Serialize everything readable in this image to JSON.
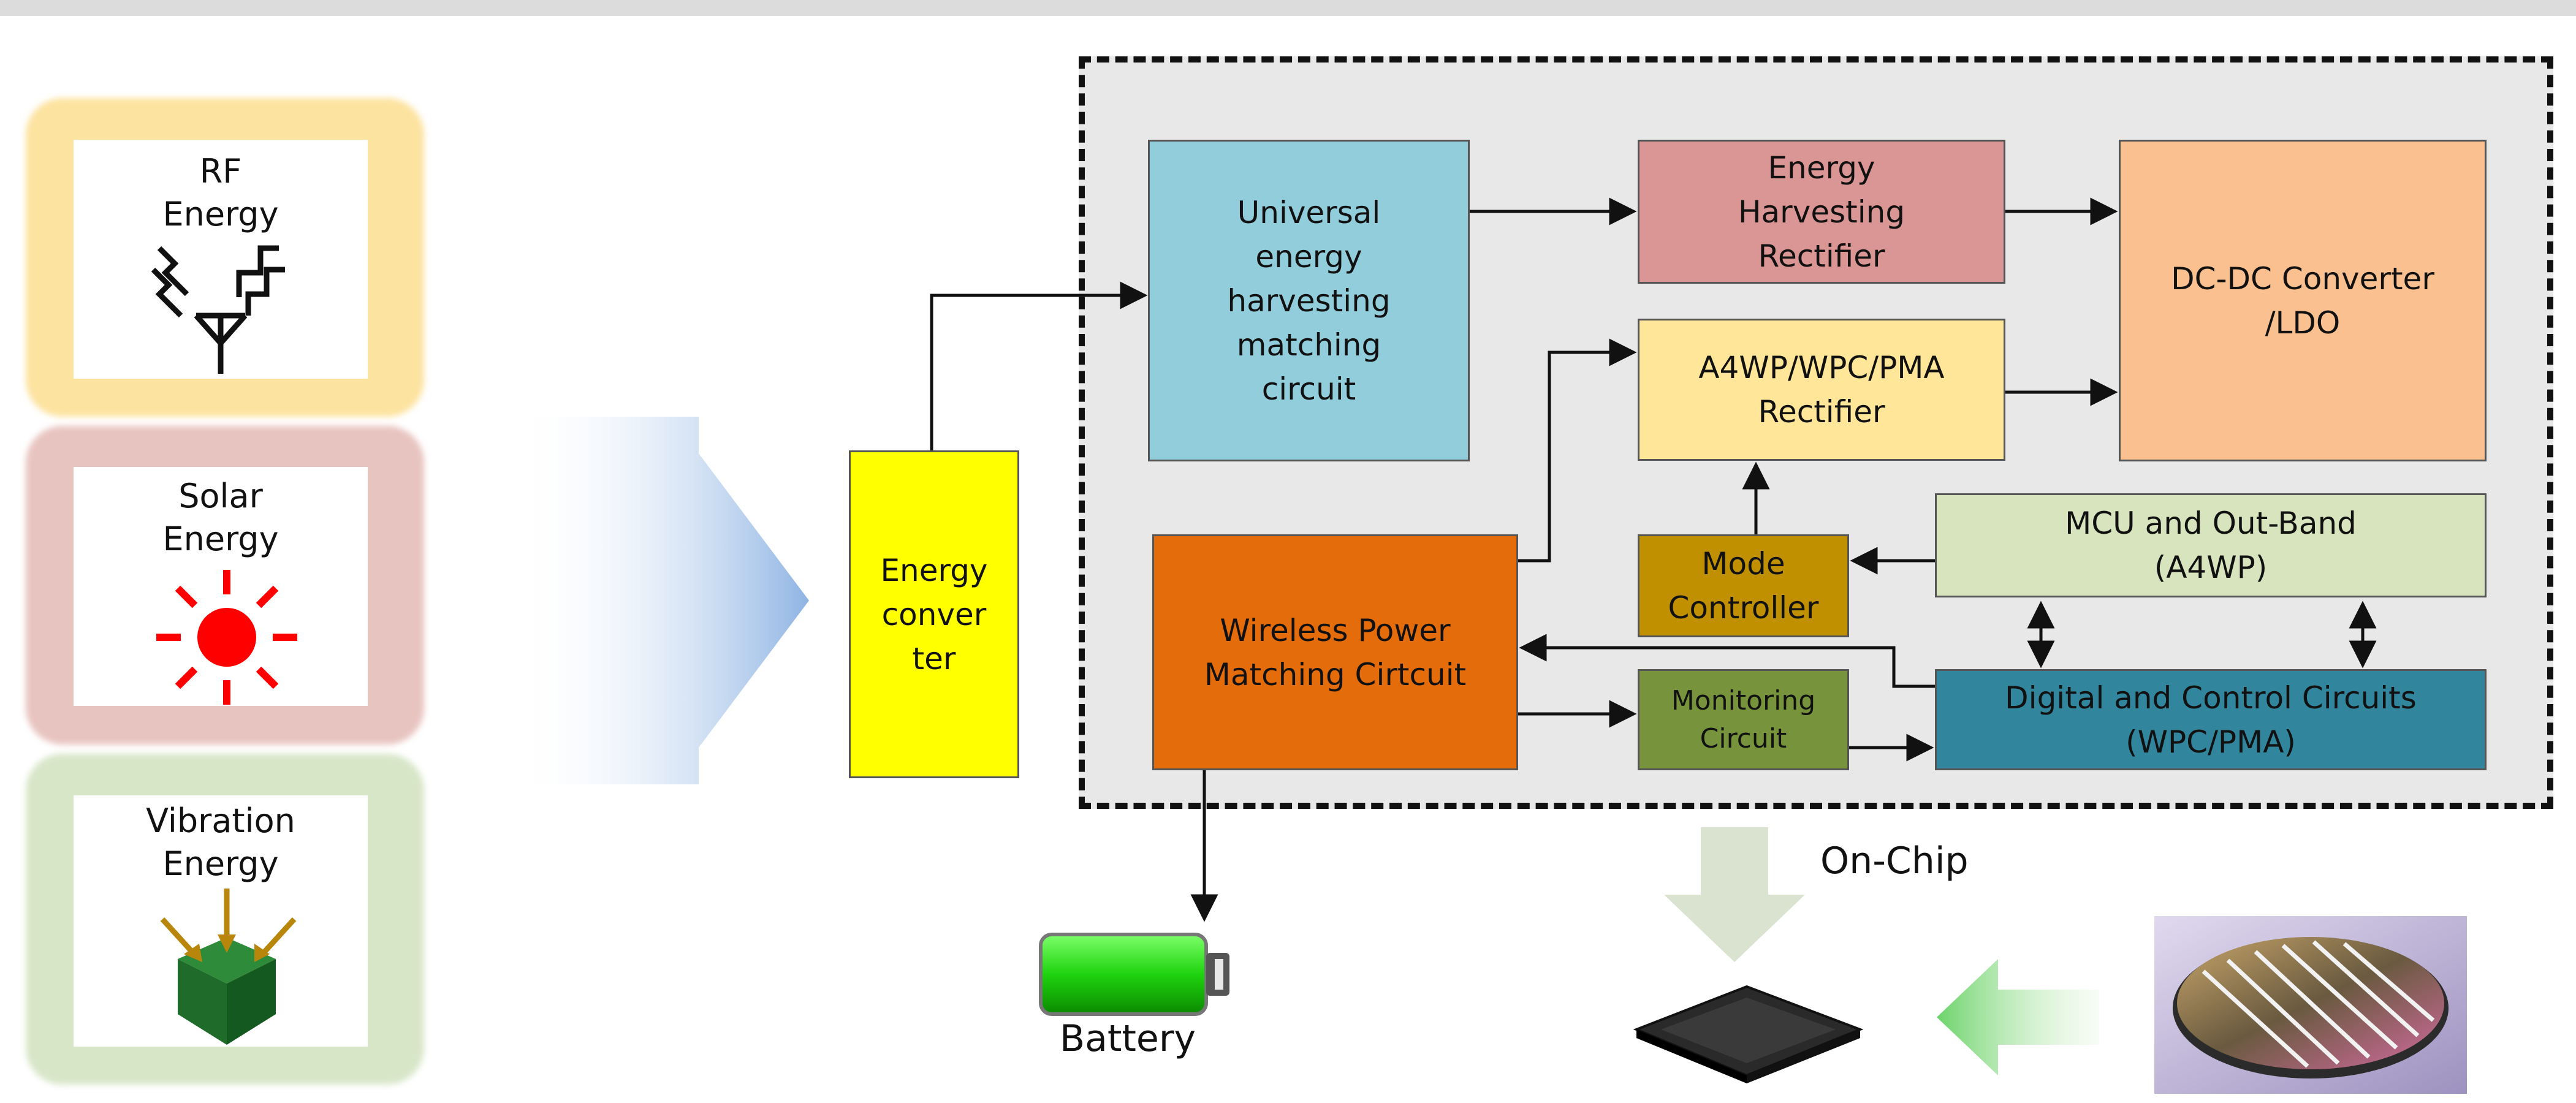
{
  "sources": {
    "rf": "RF\nEnergy",
    "solar": "Solar\nEnergy",
    "vibration": "Vibration\nEnergy"
  },
  "blocks": {
    "energy_converter": "Energy\nconver\nter",
    "matching": "Universal\nenergy\nharvesting\nmatching\ncircuit",
    "eh_rectifier": "Energy\nHarvesting\nRectifier",
    "a4wp_rectifier": "A4WP/WPC/PMA\nRectifier",
    "dcdc": "DC-DC Converter\n/LDO",
    "mcu": "MCU and Out-Band\n(A4WP)",
    "mode_controller": "Mode\nController",
    "wireless_power": "Wireless Power\nMatching Cirtcuit",
    "monitoring": "Monitoring\nCircuit",
    "digital_control": "Digital and Control Circuits\n(WPC/PMA)"
  },
  "labels": {
    "battery": "Battery",
    "on_chip": "On-Chip"
  },
  "colors": {
    "rf_frame": "#fde3a0",
    "solar_frame": "#e8c4c0",
    "vibration_frame": "#d8e6c8",
    "energy_converter": "#ffff00",
    "matching": "#92cddc",
    "eh_rectifier": "#da9694",
    "a4wp_rectifier": "#ffe699",
    "dcdc": "#fac090",
    "mcu": "#d7e4bd",
    "mode_controller": "#c09000",
    "wireless_power": "#e46c0a",
    "monitoring": "#77933c",
    "digital_control": "#31859c"
  }
}
